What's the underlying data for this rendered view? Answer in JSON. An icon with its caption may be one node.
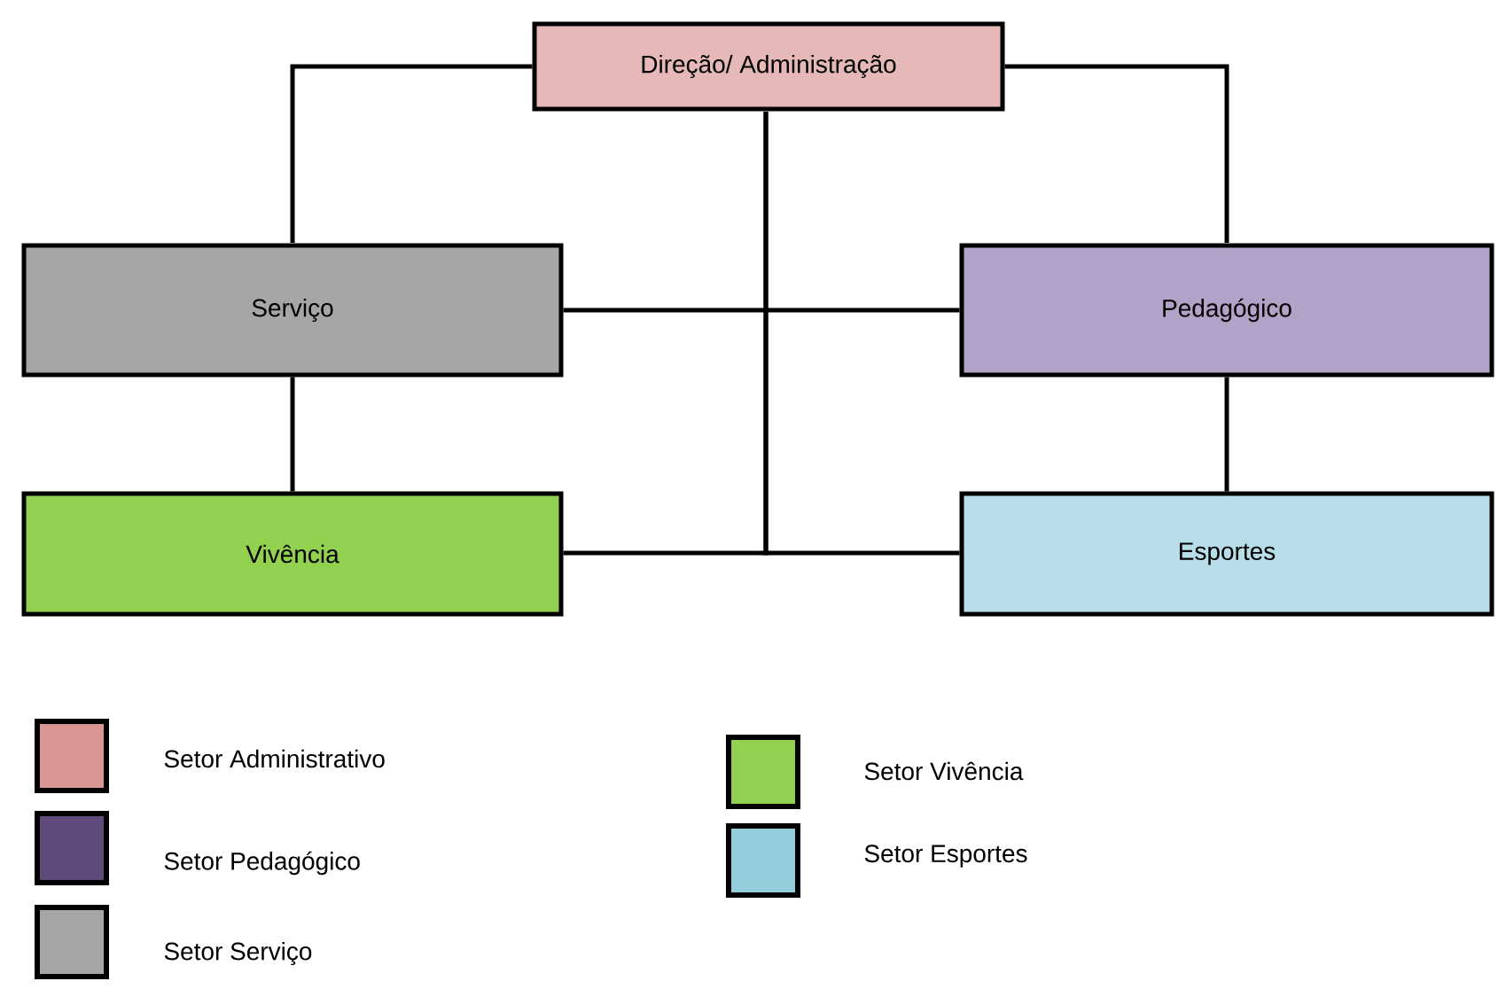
{
  "diagram": {
    "nodes": [
      {
        "text": [
          "Direção/ Administração"
        ]
      },
      {
        "text": [
          "Serviço"
        ]
      },
      {
        "text": [
          "Pedagógico"
        ]
      },
      {
        "text": [
          "Vivência"
        ]
      },
      {
        "text": [
          "Esportes"
        ]
      }
    ],
    "edges": [
      {
        "from": 0,
        "to": 1,
        "arrow": "none"
      },
      {
        "from": 0,
        "to": 2,
        "arrow": "none"
      },
      {
        "from": 1,
        "to": 2,
        "arrow": "none"
      },
      {
        "from": 1,
        "to": 3,
        "arrow": "none"
      },
      {
        "from": 2,
        "to": 4,
        "arrow": "none"
      },
      {
        "from": 0,
        "to": 3,
        "arrow": "none"
      },
      {
        "from": 0,
        "to": 4,
        "arrow": "none"
      }
    ],
    "legend": [
      {
        "text": "Setor Administrativo",
        "color": "#da9694"
      },
      {
        "text": "Setor Pedagógico",
        "color": "#604a7b"
      },
      {
        "text": "Setor Serviço",
        "color": "#a6a6a6"
      },
      {
        "text": "Setor Vivência",
        "color": "#92d050"
      },
      {
        "text": "Setor Esportes",
        "color": "#93cddd"
      }
    ]
  }
}
